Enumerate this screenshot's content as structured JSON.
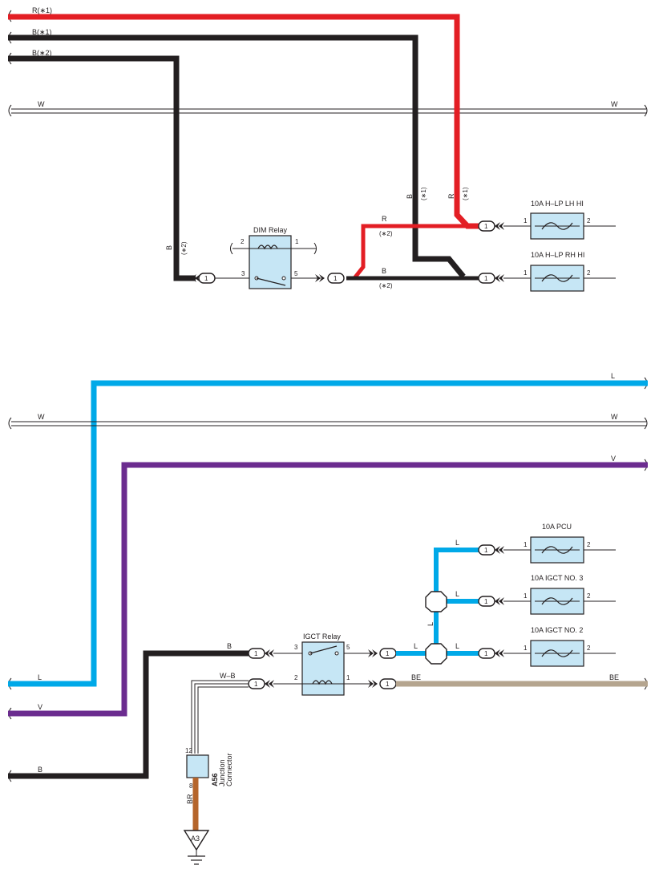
{
  "colors": {
    "R": "#e31e24",
    "B": "#231f20",
    "W": "#ffffff",
    "L": "#00a9e8",
    "V": "#6b2c8f",
    "BE": "#b5a58f",
    "BR": "#b5652b",
    "component_fill": "#c6e6f5"
  },
  "wires": {
    "r1": "R(∗1)",
    "b1": "B(∗1)",
    "b2": "B(∗2)",
    "w_top_left": "W",
    "w_top_right": "W",
    "b_vertical_dim": "B",
    "b_vertical_dim_note": "(∗2)",
    "b_vertical_1": "B",
    "b_vertical_1_note": "(∗1)",
    "r_vertical_1": "R",
    "r_vertical_1_note": "(∗1)",
    "r_branch": "R",
    "r_branch_note": "(∗2)",
    "b_branch": "B",
    "b_branch_note": "(∗2)",
    "l_top_right": "L",
    "w_mid_left": "W",
    "w_mid_right": "W",
    "v_right": "V",
    "l_left": "L",
    "v_left": "V",
    "b_left": "B",
    "b_igct": "B",
    "wb_igct": "W–B",
    "l_junction_top": "L",
    "l_junction_mid": "L",
    "l_junction_vertical": "L",
    "l_relay_out": "L",
    "l_junction_bottom": "L",
    "be_left": "BE",
    "be_right": "BE",
    "br_ground": "BR"
  },
  "components": {
    "dim_relay": {
      "title": "DIM Relay",
      "pin2": "2",
      "pin1": "1",
      "pin3": "3",
      "pin5": "5"
    },
    "igct_relay": {
      "title": "IGCT Relay",
      "pin3": "3",
      "pin5": "5",
      "pin2": "2",
      "pin1": "1"
    },
    "fuse_hlp_lh": {
      "title": "10A H–LP LH HI",
      "pin_in": "1",
      "pin_out": "2"
    },
    "fuse_hlp_rh": {
      "title": "10A H–LP RH HI",
      "pin_in": "1",
      "pin_out": "2"
    },
    "fuse_pcu": {
      "title": "10A PCU",
      "pin_in": "1",
      "pin_out": "2"
    },
    "fuse_igct3": {
      "title": "10A IGCT NO. 3",
      "pin_in": "1",
      "pin_out": "2"
    },
    "fuse_igct2": {
      "title": "10A IGCT NO. 2",
      "pin_in": "1",
      "pin_out": "2"
    },
    "junction_connector": {
      "code": "A56",
      "line1": "Junction",
      "line2": "Connector",
      "pin_top": "12",
      "pin_bottom": "8"
    },
    "ground": {
      "code": "A3"
    }
  },
  "connectors": {
    "pin": "1"
  }
}
